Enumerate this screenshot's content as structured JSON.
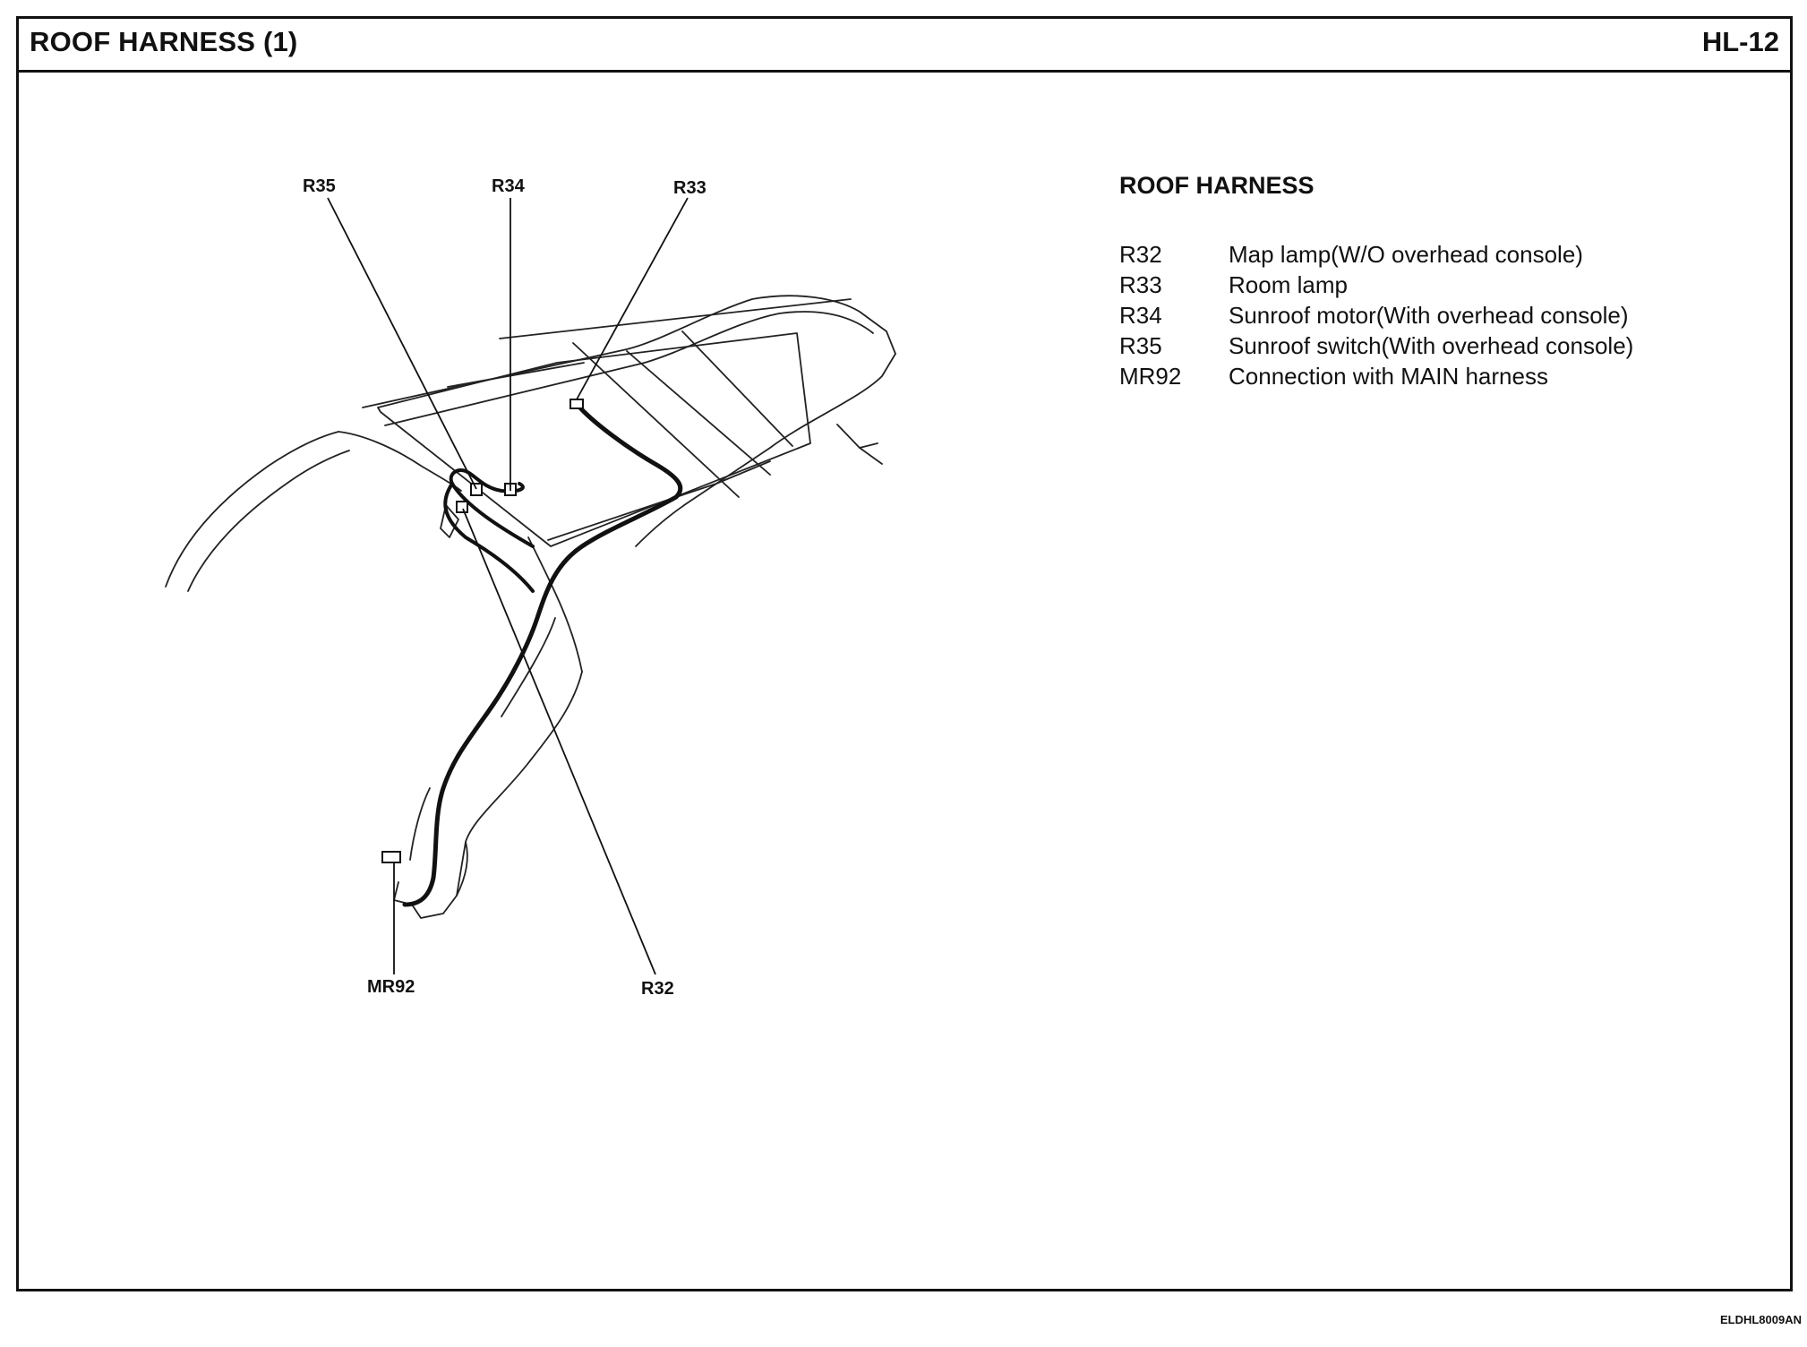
{
  "header": {
    "title": "ROOF HARNESS (1)",
    "page_code": "HL-12"
  },
  "diagram": {
    "connectors": [
      {
        "id": "R35",
        "label": "R35"
      },
      {
        "id": "R34",
        "label": "R34"
      },
      {
        "id": "R33",
        "label": "R33"
      },
      {
        "id": "MR92",
        "label": "MR92"
      },
      {
        "id": "R32",
        "label": "R32"
      }
    ]
  },
  "legend": {
    "title": "ROOF HARNESS",
    "items": [
      {
        "code": "R32",
        "description": "Map lamp(W/O overhead console)"
      },
      {
        "code": "R33",
        "description": "Room lamp"
      },
      {
        "code": "R34",
        "description": "Sunroof motor(With overhead console)"
      },
      {
        "code": "R35",
        "description": "Sunroof switch(With overhead console)"
      },
      {
        "code": "MR92",
        "description": "Connection with MAIN harness"
      }
    ]
  },
  "footer": {
    "figure_id": "ELDHL8009AN"
  }
}
